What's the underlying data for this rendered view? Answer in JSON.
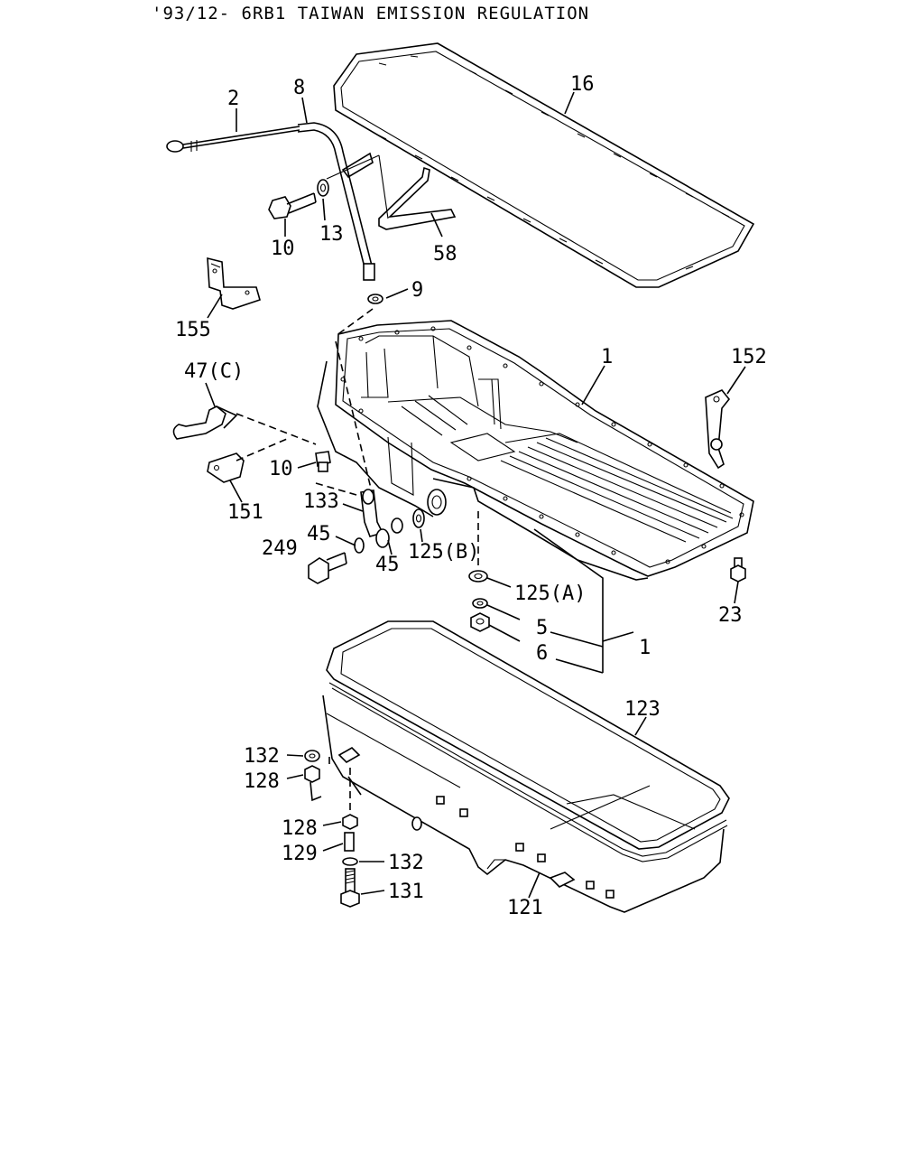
{
  "title": "'93/12- 6RB1 TAIWAN EMISSION REGULATION",
  "labels": {
    "l2": "2",
    "l8": "8",
    "l16": "16",
    "l10a": "10",
    "l13": "13",
    "l58": "58",
    "l9": "9",
    "l155": "155",
    "l47c": "47(C)",
    "l1a": "1",
    "l152": "152",
    "l10b": "10",
    "l151": "151",
    "l133": "133",
    "l45a": "45",
    "l249": "249",
    "l45b": "45",
    "l125b": "125(B)",
    "l125a": "125(A)",
    "l23": "23",
    "l5": "5",
    "l6": "6",
    "l1b": "1",
    "l123": "123",
    "l132a": "132",
    "l128a": "128",
    "l128b": "128",
    "l129": "129",
    "l132b": "132",
    "l131": "131",
    "l121": "121"
  }
}
